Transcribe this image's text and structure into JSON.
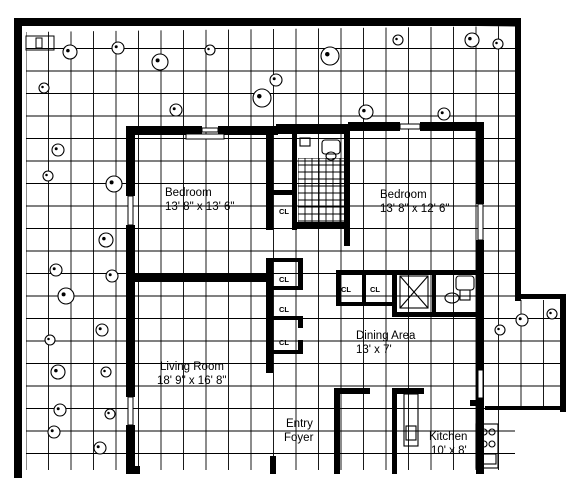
{
  "rooms": [
    {
      "id": "bedroom-left",
      "name": "Bedroom",
      "size": "13' 8\" x 13' 6\""
    },
    {
      "id": "bedroom-right",
      "name": "Bedroom",
      "size": "13' 8\" x 12' 6\""
    },
    {
      "id": "living-room",
      "name": "Living Room",
      "size": "18' 9\" x 16' 8\""
    },
    {
      "id": "dining-area",
      "name": "Dining Area",
      "size": "13' x 7'"
    },
    {
      "id": "entry-foyer",
      "name": "Entry",
      "size": "Foyer"
    },
    {
      "id": "kitchen",
      "name": "Kitchen",
      "size": "10' x 8'"
    }
  ],
  "closets": [
    "CL",
    "CL",
    "CL",
    "CL",
    "CL",
    "CL"
  ]
}
